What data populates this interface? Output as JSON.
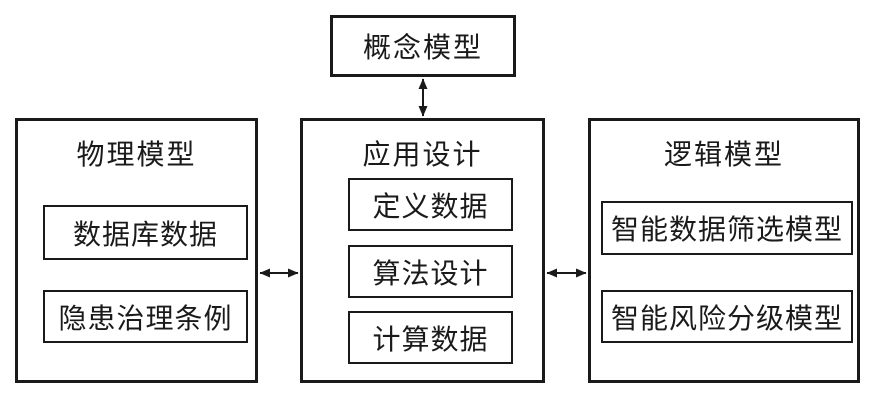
{
  "diagram": {
    "top_box": {
      "label": "概念模型"
    },
    "columns": [
      {
        "id": "physical-model",
        "title": "物理模型",
        "items": [
          "数据库数据",
          "隐患治理条例"
        ]
      },
      {
        "id": "application-design",
        "title": "应用设计",
        "items": [
          "定义数据",
          "算法设计",
          "计算数据"
        ]
      },
      {
        "id": "logical-model",
        "title": "逻辑模型",
        "items": [
          "智能数据筛选模型",
          "智能风险分级模型"
        ]
      }
    ],
    "connectors": [
      {
        "from": "概念模型",
        "to": "应用设计",
        "type": "double-headed-arrow",
        "orientation": "vertical"
      },
      {
        "from": "物理模型",
        "to": "应用设计",
        "type": "double-headed-arrow",
        "orientation": "horizontal"
      },
      {
        "from": "应用设计",
        "to": "逻辑模型",
        "type": "double-headed-arrow",
        "orientation": "horizontal"
      }
    ],
    "colors": {
      "line": "#1a1a1a",
      "background": "#ffffff"
    }
  }
}
